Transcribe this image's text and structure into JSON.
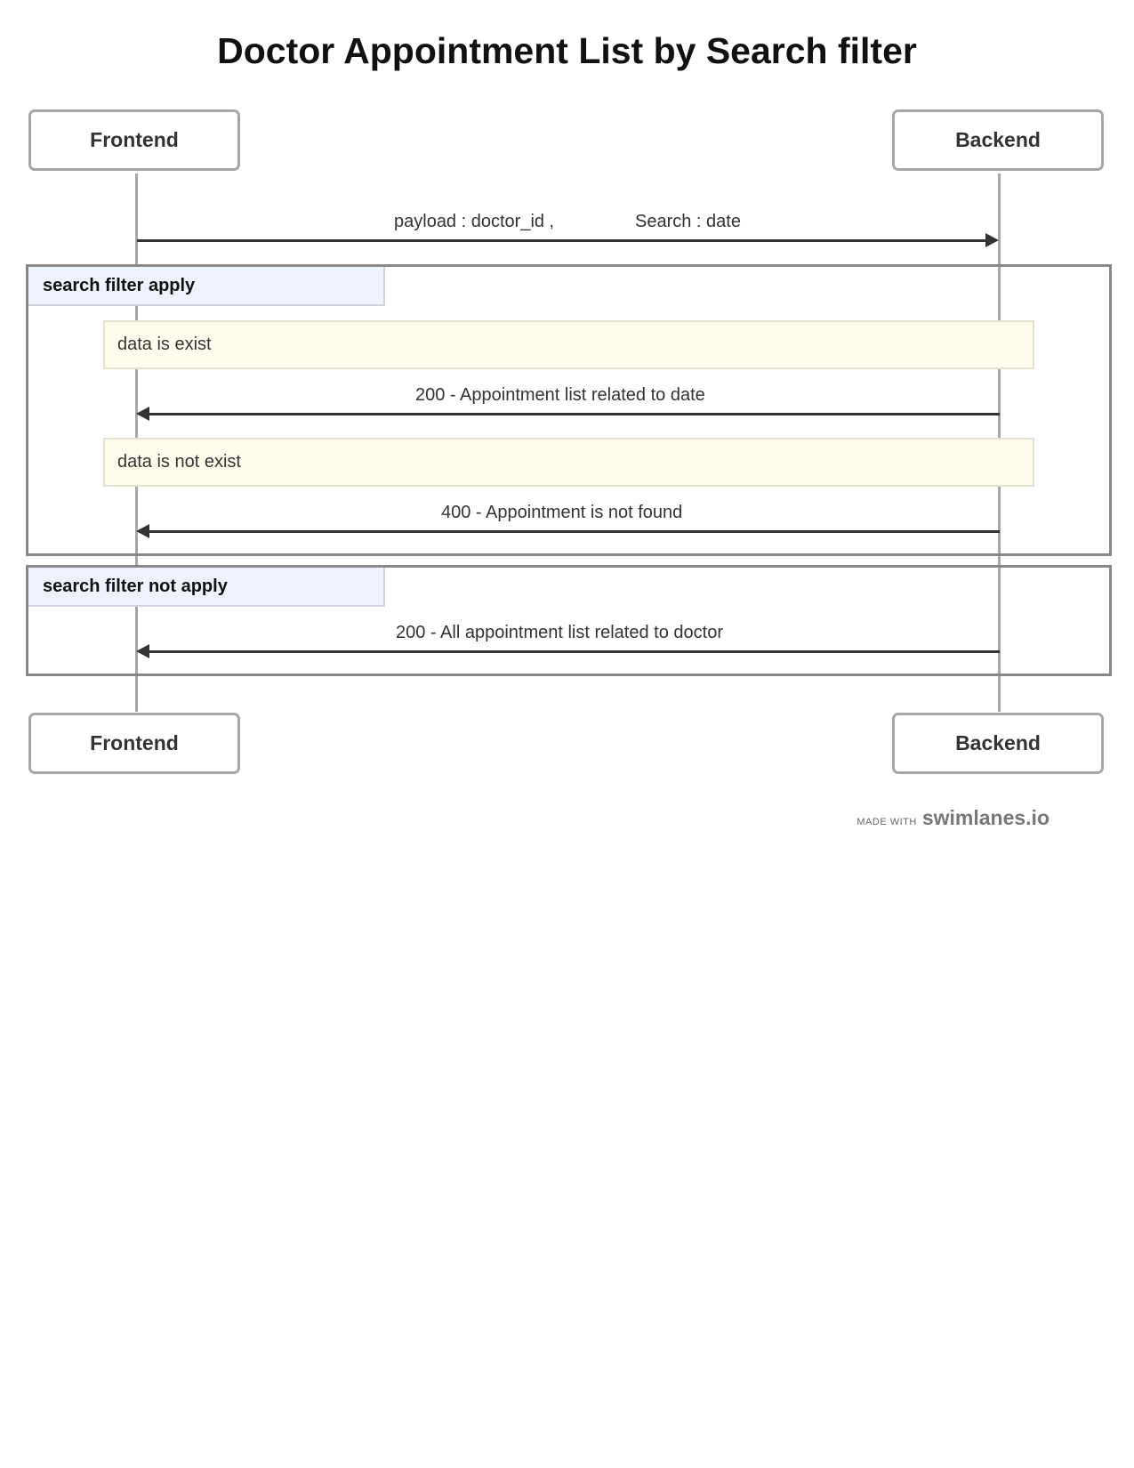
{
  "title": "Doctor Appointment List by Search filter",
  "actors": {
    "left": "Frontend",
    "right": "Backend"
  },
  "messages": {
    "request": {
      "part1": "payload : doctor_id ,",
      "part2": "Search : date"
    },
    "found": "200 - Appointment list related to date",
    "not_found": "400 - Appointment is not found",
    "all_list": "200 - All appointment list related to doctor"
  },
  "frames": {
    "apply": {
      "label": "search filter apply",
      "notes": [
        "data is exist",
        "data is not exist"
      ]
    },
    "not_apply": {
      "label": "search filter not apply"
    }
  },
  "footer": {
    "made_with": "MADE WITH",
    "brand": "swimlanes.io"
  }
}
